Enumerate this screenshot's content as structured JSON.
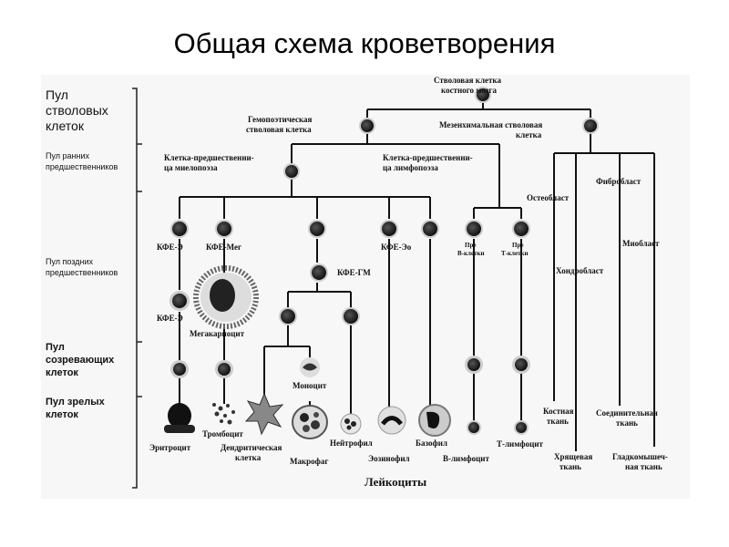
{
  "title": "Общая схема кроветворения",
  "pools": {
    "stem": [
      "Пул",
      "стволовых",
      "клеток"
    ],
    "early": [
      "Пул ранних",
      "предшественников"
    ],
    "late": [
      "Пул поздних",
      "предшественников"
    ],
    "maturing": [
      "Пул",
      "созревающих",
      "клеток"
    ],
    "mature": [
      "Пул зрелых",
      "клеток"
    ]
  },
  "labels": {
    "stem_cell": [
      "Стволовая клетка",
      "костного мозга"
    ],
    "hsc": [
      "Гемопоэтическая",
      "стволовая клетка"
    ],
    "msc": [
      "Мезенхимальная стволовая",
      "клетка"
    ],
    "myelo_prog": [
      "Клетка-предшественни-",
      "ца миелопоэза"
    ],
    "lympho_prog": [
      "Клетка-предшественни-",
      "ца лимфопоэза"
    ],
    "osteoblast": "Остеобласт",
    "fibroblast": "Фибробласт",
    "kfe_e": "КФЕ-Э",
    "kfe_meg": "КФЕ-Мег",
    "kfe_eo": "КФЕ-Эо",
    "pre_b": [
      "Пре",
      "В-клетки"
    ],
    "pre_t": [
      "Пре",
      "Т-клетки"
    ],
    "myoblast": "Миобласт",
    "kfe_gm": "КФЕ-ГМ",
    "chondroblast": "Хондробласт",
    "kfe_e2": "КФЕ-Э",
    "megakaryocyte": "Мегакариоцит",
    "monocyte": "Моноцит",
    "neutrophil": "Нейтрофил",
    "thrombocyte": "Тромбоцит",
    "bone": [
      "Костная",
      "ткань"
    ],
    "connective": [
      "Соединительная",
      "ткань"
    ],
    "erythrocyte": "Эритроцит",
    "dendritic": [
      "Дендритическая",
      "клетка"
    ],
    "basophil": "Базофил",
    "t_lymphocyte": "Т-лимфоцит",
    "cartilage": [
      "Хрящевая",
      "ткань"
    ],
    "smooth_muscle": [
      "Гладкомышеч-",
      "ная ткань"
    ],
    "macrophage": "Макрофаг",
    "eosinophil": "Эозинофил",
    "b_lymphocyte": "В-лимфоцит",
    "leukocytes": "Лейкоциты"
  }
}
